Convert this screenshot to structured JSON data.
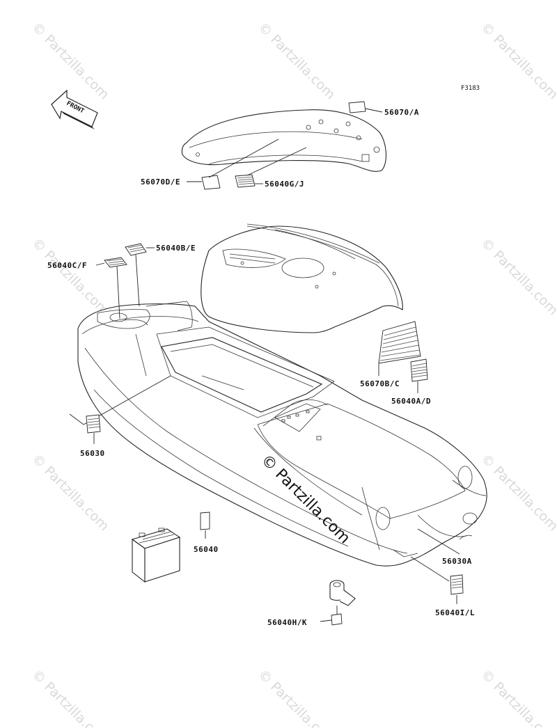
{
  "figure_id": "F3183",
  "orientation_label": "FRONT",
  "watermark": "© Partzilla.com",
  "center_watermark": "© Partzilla.com",
  "part_labels": {
    "p56070A": "56070/A",
    "p56070DE": "56070D/E",
    "p56040GJ": "56040G/J",
    "p56040BE": "56040B/E",
    "p56040CF": "56040C/F",
    "p56070BC": "56070B/C",
    "p56040AD": "56040A/D",
    "p56030": "56030",
    "p56040": "56040",
    "p56030A": "56030A",
    "p56040IL": "56040I/L",
    "p56040HK": "56040H/K"
  }
}
